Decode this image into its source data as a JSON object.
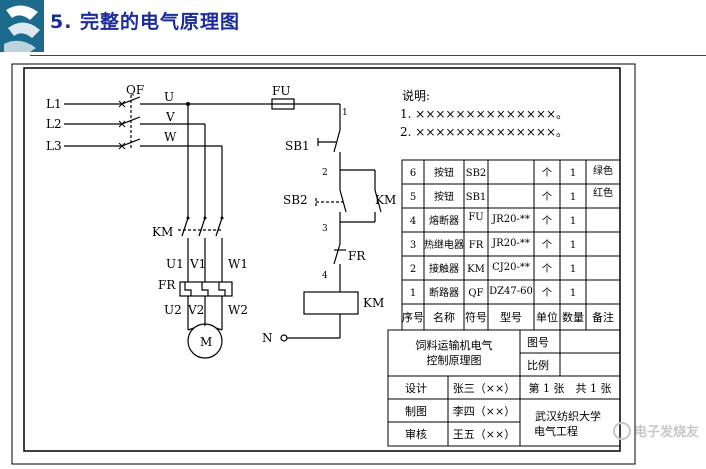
{
  "header": {
    "title": "5. 完整的电气原理图"
  },
  "circuit": {
    "phases": [
      "L1",
      "L2",
      "L3"
    ],
    "breaker": "QF",
    "bus": [
      "U",
      "V",
      "W"
    ],
    "fuse": "FU",
    "contactor": "KM",
    "motor_in": [
      "U1",
      "V1",
      "W1"
    ],
    "relay": "FR",
    "motor_out": [
      "U2",
      "V2",
      "W2"
    ],
    "motor": "M",
    "sb1": "SB1",
    "sb2": "SB2",
    "km_hold": "KM",
    "fr_contact": "FR",
    "coil": "KM",
    "neutral": "N",
    "nodes": [
      "1",
      "2",
      "3",
      "4"
    ]
  },
  "notes": {
    "heading": "说明:",
    "lines": [
      "1. ××××××××××××××。",
      "2. ××××××××××××××。"
    ]
  },
  "parts_table": {
    "rows": [
      {
        "no": "6",
        "name": "按钮",
        "sym": "SB2",
        "model": "",
        "unit": "个",
        "qty": "1",
        "remark": "绿色"
      },
      {
        "no": "5",
        "name": "按钮",
        "sym": "SB1",
        "model": "",
        "unit": "个",
        "qty": "1",
        "remark": "红色"
      },
      {
        "no": "4",
        "name": "熔断器",
        "sym": "FU",
        "model": "JR20-**",
        "unit": "个",
        "qty": "1",
        "remark": ""
      },
      {
        "no": "3",
        "name": "热继电器",
        "sym": "FR",
        "model": "JR20-**",
        "unit": "个",
        "qty": "1",
        "remark": ""
      },
      {
        "no": "2",
        "name": "接触器",
        "sym": "KM",
        "model": "CJ20-**",
        "unit": "个",
        "qty": "1",
        "remark": ""
      },
      {
        "no": "1",
        "name": "断路器",
        "sym": "QF",
        "model": "DZ47-60",
        "unit": "个",
        "qty": "1",
        "remark": ""
      }
    ],
    "headers": [
      "序号",
      "名称",
      "符号",
      "型号",
      "单位",
      "数量",
      "备注"
    ]
  },
  "title_block": {
    "drawing_name_1": "饲料运输机电气",
    "drawing_name_2": "控制原理图",
    "drawing_no_label": "图号",
    "scale_label": "比例",
    "design_label": "设计",
    "designer": "张三（××）",
    "sheet_info": "第 1 张　共 1 张",
    "draw_label": "制图",
    "drafter": "李四（××）",
    "check_label": "审核",
    "checker": "王五（××）",
    "org_1": "武汉纺织大学",
    "org_2": "电气工程"
  },
  "watermark": "电子发烧友"
}
